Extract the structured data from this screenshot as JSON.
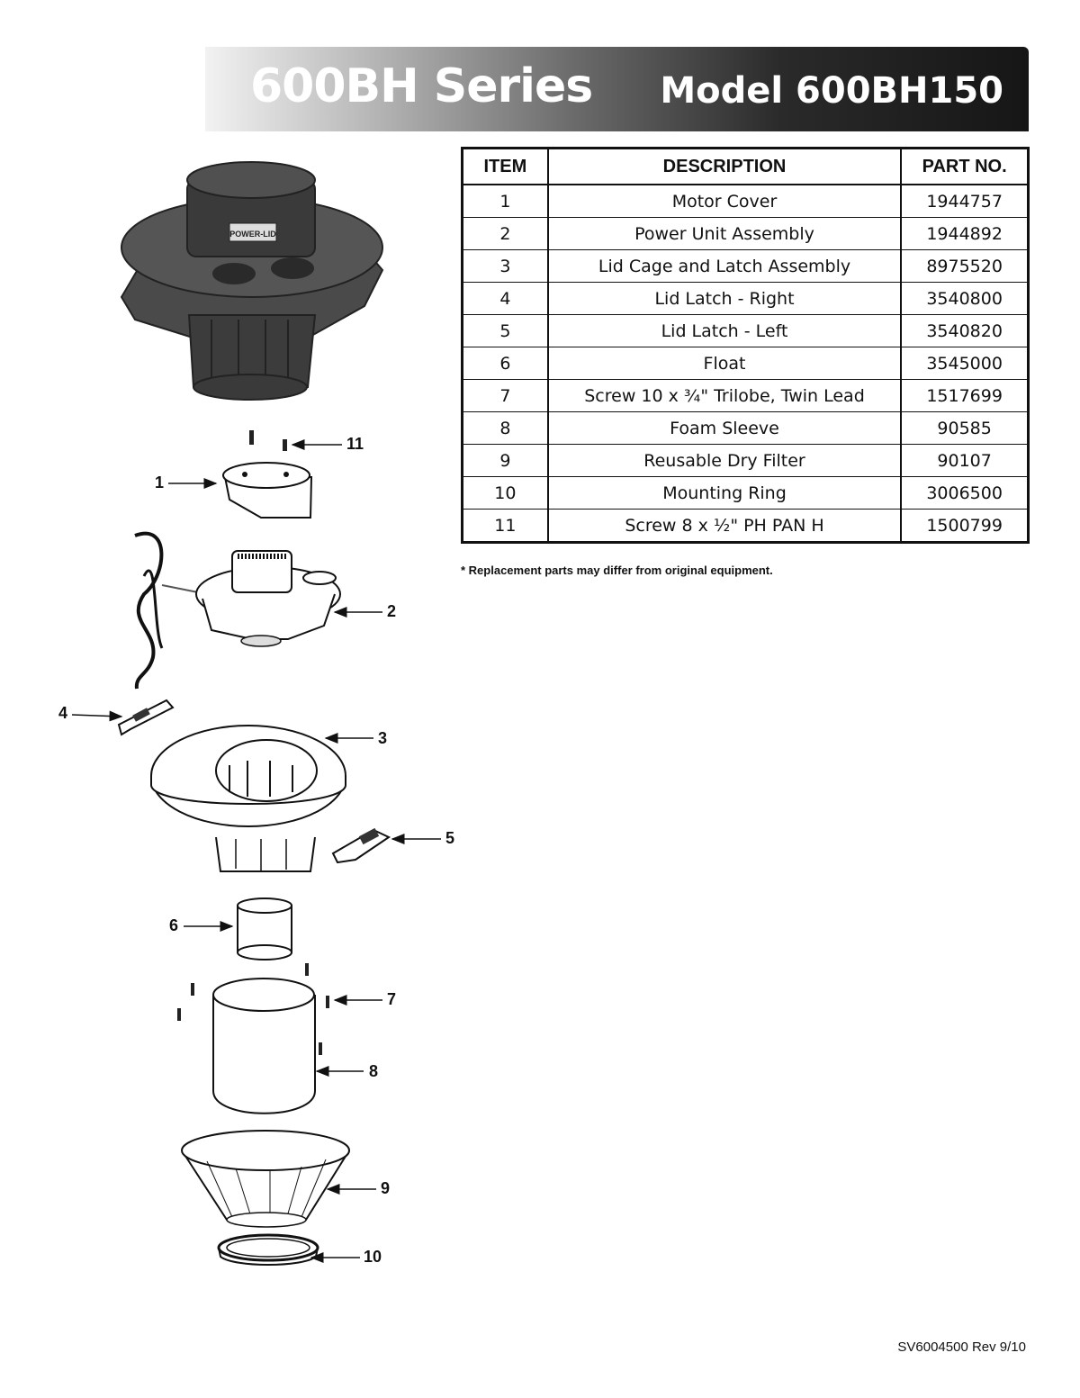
{
  "header": {
    "series": "600BH Series",
    "model": "Model 600BH150"
  },
  "table": {
    "columns": [
      "ITEM",
      "DESCRIPTION",
      "PART NO."
    ],
    "rows": [
      {
        "item": "1",
        "description": "Motor Cover",
        "part": "1944757"
      },
      {
        "item": "2",
        "description": "Power Unit Assembly",
        "part": "1944892"
      },
      {
        "item": "3",
        "description": "Lid Cage and Latch Assembly",
        "part": "8975520"
      },
      {
        "item": "4",
        "description": "Lid Latch - Right",
        "part": "3540800"
      },
      {
        "item": "5",
        "description": "Lid Latch - Left",
        "part": "3540820"
      },
      {
        "item": "6",
        "description": "Float",
        "part": "3545000"
      },
      {
        "item": "7",
        "description": "Screw 10 x ¾\" Trilobe, Twin Lead",
        "part": "1517699"
      },
      {
        "item": "8",
        "description": "Foam Sleeve",
        "part": "90585"
      },
      {
        "item": "9",
        "description": "Reusable Dry Filter",
        "part": "90107"
      },
      {
        "item": "10",
        "description": "Mounting Ring",
        "part": "3006500"
      },
      {
        "item": "11",
        "description": "Screw 8 x ½\" PH PAN H",
        "part": "1500799"
      }
    ]
  },
  "footnote": "* Replacement parts may differ from original equipment.",
  "doc_code": "SV6004500 Rev 9/10",
  "diagram": {
    "logo_text": "POWER-LID",
    "callouts": [
      "11",
      "1",
      "2",
      "4",
      "3",
      "5",
      "6",
      "7",
      "8",
      "9",
      "10"
    ]
  }
}
